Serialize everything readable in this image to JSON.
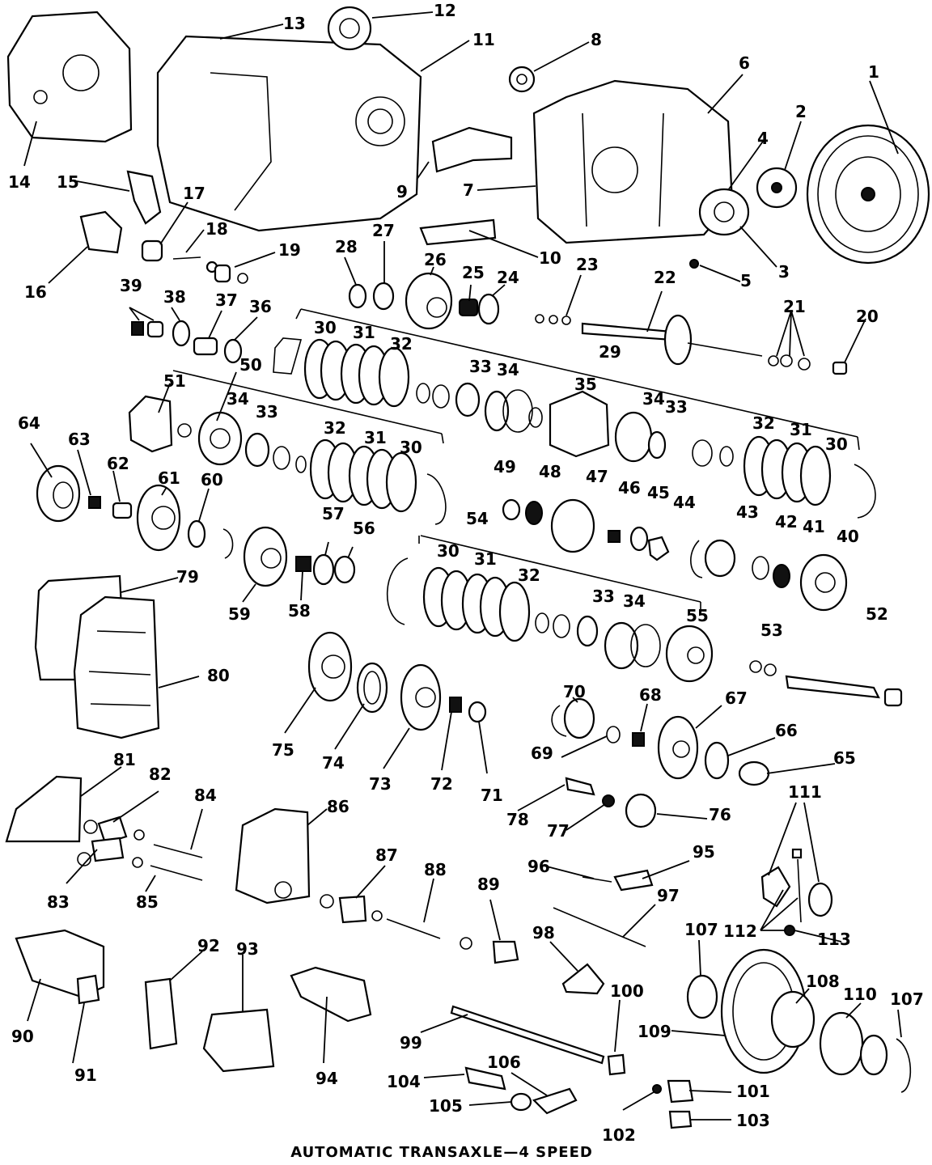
{
  "caption": "AUTOMATIC TRANSAXLE—4 SPEED",
  "callouts": {
    "1": "1",
    "2": "2",
    "3": "3",
    "4": "4",
    "5": "5",
    "6": "6",
    "7": "7",
    "8": "8",
    "9": "9",
    "10": "10",
    "11": "11",
    "12": "12",
    "13": "13",
    "14": "14",
    "15": "15",
    "16": "16",
    "17": "17",
    "18": "18",
    "19": "19",
    "20": "20",
    "21": "21",
    "22": "22",
    "23": "23",
    "24": "24",
    "25": "25",
    "26": "26",
    "27": "27",
    "28": "28",
    "29": "29",
    "30": "30",
    "31": "31",
    "32": "32",
    "33": "33",
    "34": "34",
    "35": "35",
    "36": "36",
    "37": "37",
    "38": "38",
    "39": "39",
    "40": "40",
    "41": "41",
    "42": "42",
    "43": "43",
    "44": "44",
    "45": "45",
    "46": "46",
    "47": "47",
    "48": "48",
    "49": "49",
    "50": "50",
    "51": "51",
    "52": "52",
    "53": "53",
    "54": "54",
    "55": "55",
    "56": "56",
    "57": "57",
    "58": "58",
    "59": "59",
    "60": "60",
    "61": "61",
    "62": "62",
    "63": "63",
    "64": "64",
    "65": "65",
    "66": "66",
    "67": "67",
    "68": "68",
    "69": "69",
    "70": "70",
    "71": "71",
    "72": "72",
    "73": "73",
    "74": "74",
    "75": "75",
    "76": "76",
    "77": "77",
    "78": "78",
    "79": "79",
    "80": "80",
    "81": "81",
    "82": "82",
    "83": "83",
    "84": "84",
    "85": "85",
    "86": "86",
    "87": "87",
    "88": "88",
    "89": "89",
    "90": "90",
    "91": "91",
    "92": "92",
    "93": "93",
    "94": "94",
    "95": "95",
    "96": "96",
    "97": "97",
    "98": "98",
    "99": "99",
    "100": "100",
    "101": "101",
    "102": "102",
    "103": "103",
    "104": "104",
    "105": "105",
    "106": "106",
    "107": "107",
    "108": "108",
    "109": "109",
    "110": "110",
    "111": "111",
    "112": "112",
    "113": "113"
  }
}
